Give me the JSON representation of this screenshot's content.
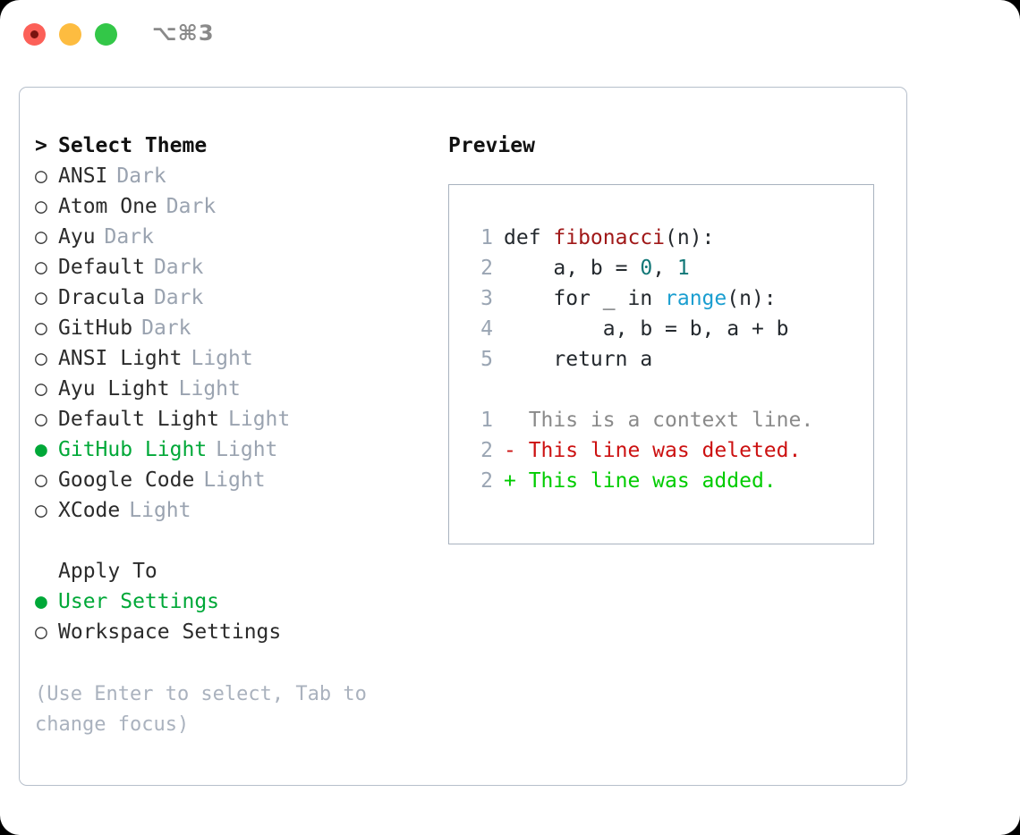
{
  "titlebar": {
    "shortcut": "⌥⌘3",
    "buttons": [
      {
        "name": "close",
        "color": "#fc6058"
      },
      {
        "name": "minimize",
        "color": "#fdbc40"
      },
      {
        "name": "maximize",
        "color": "#33c748"
      }
    ]
  },
  "theme_list": {
    "header": {
      "marker": ">",
      "label": "Select Theme"
    },
    "items": [
      {
        "marker": "○",
        "label": "ANSI",
        "suffix": "Dark",
        "selected": false
      },
      {
        "marker": "○",
        "label": "Atom One",
        "suffix": "Dark",
        "selected": false
      },
      {
        "marker": "○",
        "label": "Ayu",
        "suffix": "Dark",
        "selected": false
      },
      {
        "marker": "○",
        "label": "Default",
        "suffix": "Dark",
        "selected": false
      },
      {
        "marker": "○",
        "label": "Dracula",
        "suffix": "Dark",
        "selected": false
      },
      {
        "marker": "○",
        "label": "GitHub",
        "suffix": "Dark",
        "selected": false
      },
      {
        "marker": "○",
        "label": "ANSI Light",
        "suffix": "Light",
        "selected": false
      },
      {
        "marker": "○",
        "label": "Ayu Light",
        "suffix": "Light",
        "selected": false
      },
      {
        "marker": "○",
        "label": "Default Light",
        "suffix": "Light",
        "selected": false
      },
      {
        "marker": "●",
        "label": "GitHub Light",
        "suffix": "Light",
        "selected": true
      },
      {
        "marker": "○",
        "label": "Google Code",
        "suffix": "Light",
        "selected": false
      },
      {
        "marker": "○",
        "label": "XCode",
        "suffix": "Light",
        "selected": false
      }
    ]
  },
  "apply_to": {
    "header": "Apply To",
    "items": [
      {
        "marker": "●",
        "label": "User Settings",
        "selected": true
      },
      {
        "marker": "○",
        "label": "Workspace Settings",
        "selected": false
      }
    ]
  },
  "hint": "(Use Enter to select, Tab to change focus)",
  "preview": {
    "label": "Preview",
    "code": [
      {
        "n": "1",
        "segments": [
          {
            "text": "def ",
            "cls": "code-text"
          },
          {
            "text": "fibonacci",
            "cls": "tok-fn"
          },
          {
            "text": "(n):",
            "cls": "code-text"
          }
        ]
      },
      {
        "n": "2",
        "segments": [
          {
            "text": "    a, b = ",
            "cls": "code-text"
          },
          {
            "text": "0",
            "cls": "tok-num"
          },
          {
            "text": ", ",
            "cls": "code-text"
          },
          {
            "text": "1",
            "cls": "tok-num"
          }
        ]
      },
      {
        "n": "3",
        "segments": [
          {
            "text": "    for _ in ",
            "cls": "code-text"
          },
          {
            "text": "range",
            "cls": "tok-call"
          },
          {
            "text": "(n):",
            "cls": "code-text"
          }
        ]
      },
      {
        "n": "4",
        "segments": [
          {
            "text": "        a, b = b, a + b",
            "cls": "code-text"
          }
        ]
      },
      {
        "n": "5",
        "segments": [
          {
            "text": "    return a",
            "cls": "code-text"
          }
        ]
      }
    ],
    "diff": [
      {
        "n": "1",
        "text": "  This is a context line.",
        "cls": "diff-ctx"
      },
      {
        "n": "2",
        "text": "- This line was deleted.",
        "cls": "diff-del"
      },
      {
        "n": "2",
        "text": "+ This line was added.",
        "cls": "diff-add"
      }
    ]
  },
  "colors": {
    "accent_green": "#00a838",
    "diff_add": "#00cc00",
    "diff_del": "#cc1111",
    "muted": "#9aa3b0",
    "border": "#b6bfcb"
  }
}
